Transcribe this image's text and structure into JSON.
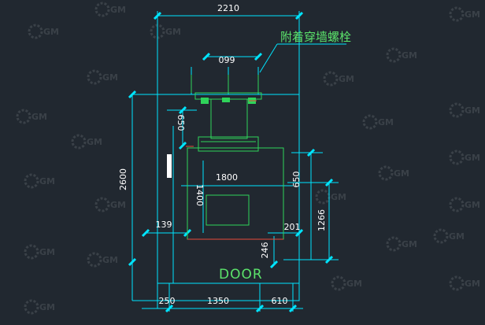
{
  "drawing": {
    "dimensions": {
      "overall_width": "2210",
      "overall_height": "2600",
      "top_offset": "099",
      "beam_depth": "650",
      "car_width": "1800",
      "car_depth": "1400",
      "right_upper": "650",
      "right_lower": "1266",
      "left_small": "139",
      "right_small": "201",
      "bottom_gap": "246",
      "bottom_left": "250",
      "bottom_mid": "1350",
      "bottom_right": "610"
    },
    "annotation": "附着穿墙螺栓",
    "door_label": "DOOR",
    "watermark_text": "GM"
  },
  "colors": {
    "background": "#212830",
    "dimension_line": "#00e5ff",
    "structure_green": "#2fd35a",
    "accent_red": "#e64a3a",
    "text": "#ffffff"
  }
}
